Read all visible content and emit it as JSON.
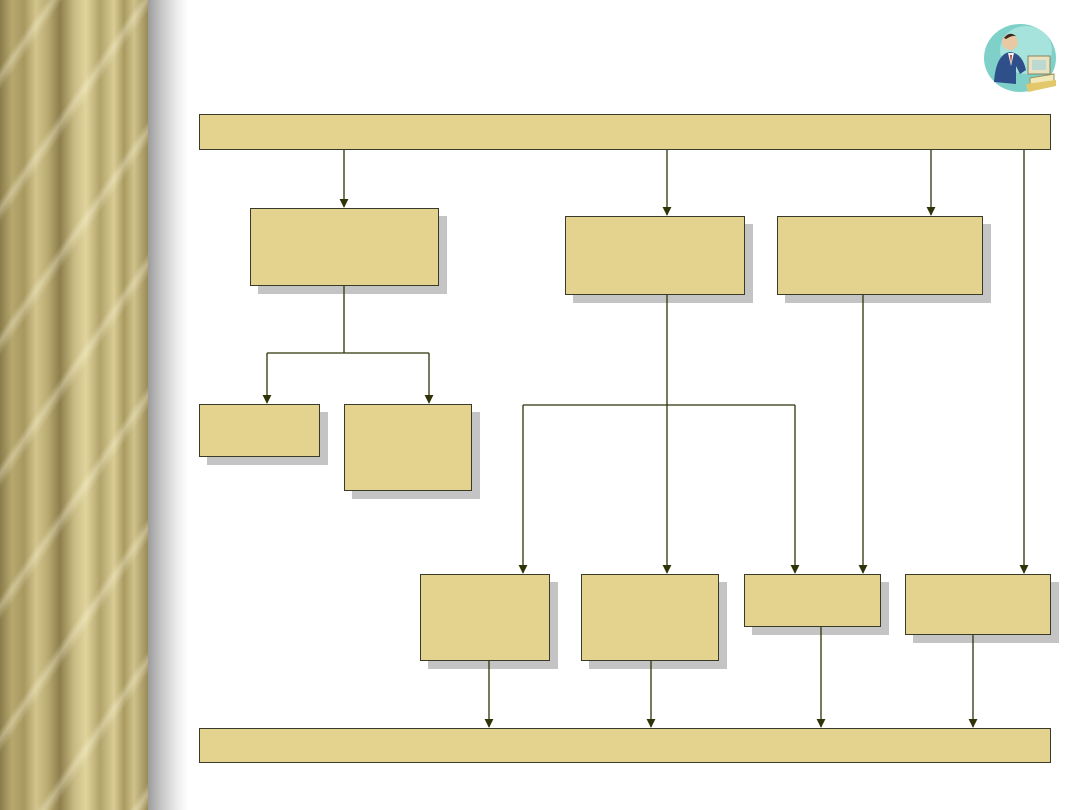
{
  "slide": {
    "background_colors": {
      "box_fill": "#e4d38f",
      "box_border": "#3a3a2a",
      "connector": "#2f3307",
      "shadow": "#c4c4c4"
    },
    "decor": {
      "left_panel": "gold-striped-marble-panel",
      "clipart_icon": "businessman-at-computer-icon"
    }
  },
  "diagram": {
    "nodes": [
      {
        "id": "top-bar",
        "text": ""
      },
      {
        "id": "group-left",
        "text": ""
      },
      {
        "id": "group-middle",
        "text": ""
      },
      {
        "id": "group-right",
        "text": ""
      },
      {
        "id": "leaf-left-1",
        "text": ""
      },
      {
        "id": "leaf-left-2",
        "text": ""
      },
      {
        "id": "bottom-box-1",
        "text": ""
      },
      {
        "id": "bottom-box-2",
        "text": ""
      },
      {
        "id": "bottom-box-3",
        "text": ""
      },
      {
        "id": "bottom-box-4",
        "text": ""
      },
      {
        "id": "bottom-bar",
        "text": ""
      }
    ]
  }
}
